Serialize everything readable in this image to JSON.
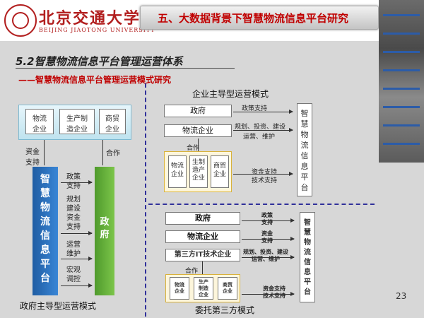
{
  "header": {
    "logo_cn": "北京交通大学",
    "logo_en": "BEIJING JIAOTONG UNIVERSITY",
    "section_title": "五、大数据背景下智慧物流信息平台研究"
  },
  "slide": {
    "title": "5.2智慧物流信息平台管理运营体系",
    "subtitle": "——智慧物流信息平台管理运营模式研究",
    "page": "23"
  },
  "left": {
    "top_boxes": [
      [
        "物流",
        "企业"
      ],
      [
        "生产制",
        "造企业"
      ],
      [
        "商贸",
        "企业"
      ]
    ],
    "fund_label": [
      "资金",
      "支持"
    ],
    "coop_label": "合作",
    "platform_chars": [
      "智",
      "慧",
      "物",
      "流",
      "信",
      "息",
      "平",
      "台"
    ],
    "gov_label": [
      "政",
      "府"
    ],
    "labels": [
      [
        "政策",
        "支持"
      ],
      [
        "规划"
      ],
      [
        "建设",
        "资金",
        "支持"
      ],
      [
        "运营",
        "维护"
      ],
      [
        "宏观",
        "调控"
      ]
    ],
    "caption": "政府主导型运营模式"
  },
  "right_top": {
    "caption": "企业主导型运营模式",
    "gov": "政府",
    "logistics": "物流企业",
    "coop": "合作",
    "inner": [
      [
        "物流",
        "企业"
      ],
      [
        "生制",
        "造产",
        "企业"
      ],
      [
        "商贸",
        "企业"
      ]
    ],
    "labels": [
      "政策支持",
      "规划、投资、建设",
      "运营、维护",
      "资金支持",
      "技术支持"
    ],
    "platform_chars": [
      "智",
      "慧",
      "物",
      "流",
      "信",
      "息",
      "平",
      "台"
    ]
  },
  "right_bottom": {
    "caption": "委托第三方模式",
    "gov": "政府",
    "logistics": "物流企业",
    "third": "第三方IT技术企业",
    "coop": "合作",
    "inner": [
      [
        "物流",
        "企业"
      ],
      [
        "生产",
        "制造",
        "企业"
      ],
      [
        "商贸",
        "企业"
      ]
    ],
    "labels": [
      [
        "政策",
        "支持"
      ],
      [
        "资金",
        "支持"
      ],
      [
        "规划、投资、建设",
        "运营、维护"
      ],
      [
        "资金支持",
        "技术支持"
      ]
    ],
    "platform_chars": [
      "智",
      "慧",
      "物",
      "流",
      "信",
      "息",
      "平",
      "台"
    ]
  }
}
